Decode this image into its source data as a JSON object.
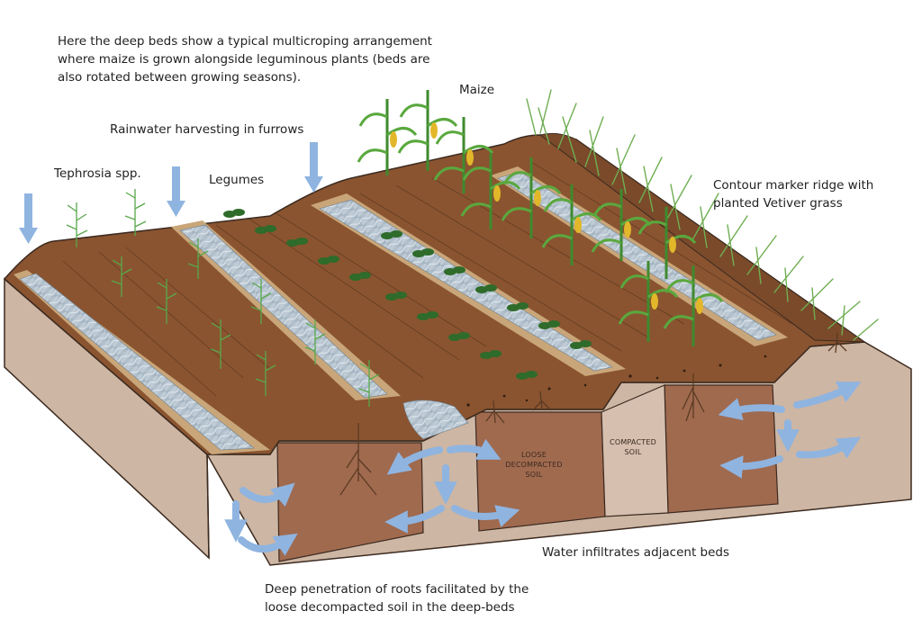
{
  "labels": {
    "intro": "Here the deep beds show a typical multicroping arrangement\nwhere maize is grown alongside leguminous plants (beds are\nalso rotated between growing seasons).",
    "maize": "Maize",
    "rainwater": "Rainwater harvesting in furrows",
    "tephrosia": "Tephrosia spp.",
    "legumes": "Legumes",
    "contour": "Contour marker ridge with\nplanted Vetiver grass",
    "loose_soil": "LOOSE\nDECOMPACTED\nSOIL",
    "compacted_soil": "COMPACTED\nSOIL",
    "infiltration": "Water infiltrates adjacent beds",
    "roots": "Deep penetration of roots facilitated by the\nloose decompacted soil in the deep-beds"
  },
  "colors": {
    "soil_top": "#8a5430",
    "soil_furrow_band": "#c9a679",
    "soil_section_loose": "#a06a4f",
    "soil_section_compacted": "#d6bfae",
    "water": "#aab8c4",
    "arrow": "#8fb4e0",
    "plant_green": "#4f9a3a",
    "maize_cob": "#e2b72a"
  },
  "icons": [
    "rain-arrow-icon",
    "water-flow-arrow-icon",
    "maize-plant-icon",
    "legume-plant-icon",
    "tephrosia-plant-icon",
    "vetiver-grass-icon",
    "root-icon"
  ]
}
